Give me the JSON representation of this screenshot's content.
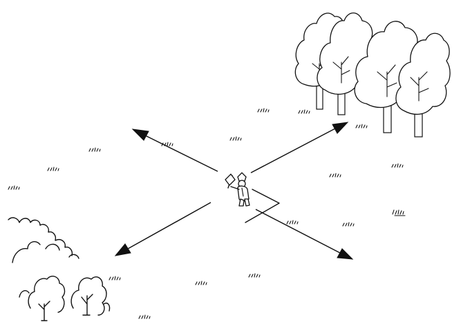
{
  "scene": {
    "background": "#ffffff",
    "ink": "#111111",
    "player": {
      "icon": "woodcutter-with-axe-icon",
      "target": "path-selection-cursor-icon"
    },
    "directions": [
      {
        "name": "northwest",
        "icon": "arrow-nw-icon"
      },
      {
        "name": "northeast",
        "icon": "arrow-ne-icon"
      },
      {
        "name": "southwest",
        "icon": "arrow-sw-icon"
      },
      {
        "name": "southeast",
        "icon": "arrow-se-icon"
      }
    ],
    "scenery": {
      "tree_grove": "deciduous-trees-icon",
      "bush": "bush-icon",
      "grass": "grass-tuft-icon"
    }
  }
}
